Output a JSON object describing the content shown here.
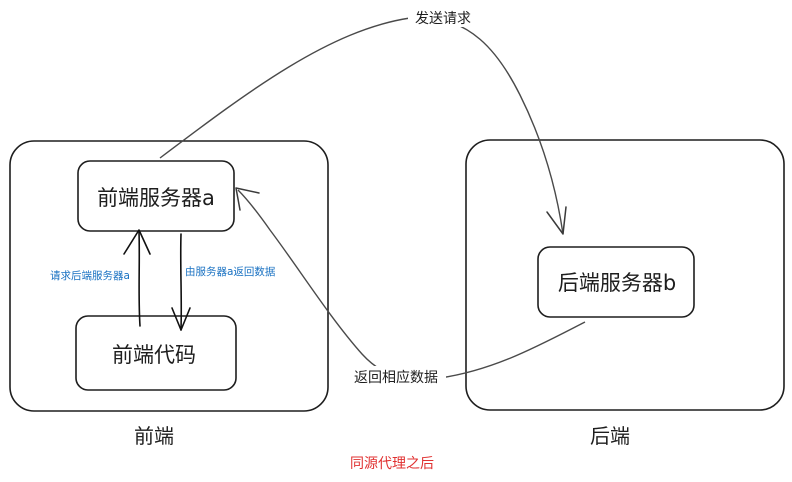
{
  "groups": {
    "frontend_label": "前端",
    "backend_label": "后端"
  },
  "nodes": {
    "frontend_server": "前端服务器a",
    "frontend_code": "前端代码",
    "backend_server": "后端服务器b"
  },
  "edges": {
    "send_request": "发送请求",
    "return_data": "返回相应数据",
    "request_backend": "请求后端服务器a",
    "server_returns": "由服务器a返回数据"
  },
  "caption": "同源代理之后",
  "colors": {
    "stroke": "#1e1e1e",
    "small_label": "#1971c2",
    "caption": "#e03131"
  }
}
